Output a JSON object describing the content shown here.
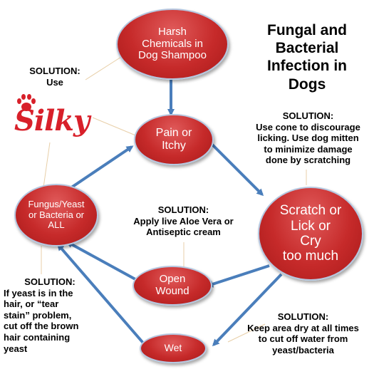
{
  "title": "Fungal and\nBacterial\nInfection in\nDogs",
  "nodes": {
    "harsh": "Harsh\nChemicals in\nDog Shampoo",
    "pain": "Pain or\nItchy",
    "scratch": "Scratch or\nLick or\nCry\ntoo much",
    "fungus": "Fungus/Yeast\nor Bacteria or\nALL",
    "wound": "Open\nWound",
    "wet": "Wet"
  },
  "solutions": {
    "shampoo": {
      "heading": "SOLUTION:",
      "text": "Use"
    },
    "pain": {
      "heading": "SOLUTION:",
      "text": "Use cone to discourage\nlicking. Use dog mitten\nto minimize damage\ndone by scratching"
    },
    "wound": {
      "heading": "SOLUTION:",
      "text": "Apply live Aloe Vera or\nAntiseptic cream"
    },
    "fungus": {
      "heading": "SOLUTION:",
      "text": "If yeast is in the\nhair, or “tear\nstain” problem,\ncut off the brown\nhair containing\nyeast"
    },
    "wet": {
      "heading": "SOLUTION:",
      "text": "Keep area dry at all times\nto cut off water from\nyeast/bacteria"
    }
  },
  "logo": {
    "text": "Silky"
  },
  "colors": {
    "node": "#c62a2a",
    "arrow": "#4a7ebb",
    "connector": "#e8cfa8",
    "logo": "#d8202a"
  }
}
